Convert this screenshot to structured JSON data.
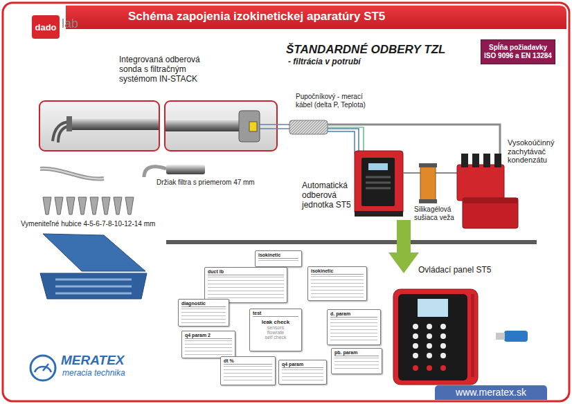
{
  "diagram": {
    "title": "Schéma zapojenia izokinetickej aparatúry ST5",
    "nodes": [
      {
        "text": [
          "dado"
        ]
      },
      {
        "text": [
          "Spĺňa požiadavky ISO 9096 a EN 13284"
        ]
      },
      {
        "text": [
          "isokinetic"
        ]
      },
      {
        "text": [
          "duct lb"
        ]
      },
      {
        "text": [
          "isokinetic"
        ]
      },
      {
        "text": [
          "diagnostic"
        ]
      },
      {
        "text": [
          "test",
          "leak check",
          "sensors",
          "flowrate",
          "self check"
        ]
      },
      {
        "text": [
          "d. param"
        ]
      },
      {
        "text": [
          "q4 param 2"
        ]
      },
      {
        "text": [
          "pb. param"
        ]
      },
      {
        "text": [
          "dt %"
        ]
      },
      {
        "text": [
          "q4 param"
        ]
      },
      {
        "text": [
          "www.meratex.sk"
        ]
      }
    ],
    "labels": [
      "lab",
      "ŠTANDARDNÉ ODBERY TZL",
      "- filtrácia v potrubí",
      "Integrovaná odberová sonda s filtračným systémom IN-STACK",
      "Pupočníkový - merací kábel (delta P, Teplota)",
      "Vysokoúčinný zachytávač kondenzátu",
      "Automatická odberová jednotka ST5",
      "Silikagélová sušiaca veža",
      "Držiak filtra s priemerom 47 mm",
      "Vymeniteľné hubice 4-5-6-7-8-10-12-14 mm",
      "Ovládací panel ST5",
      "MERATEX",
      "meracia technika"
    ]
  }
}
